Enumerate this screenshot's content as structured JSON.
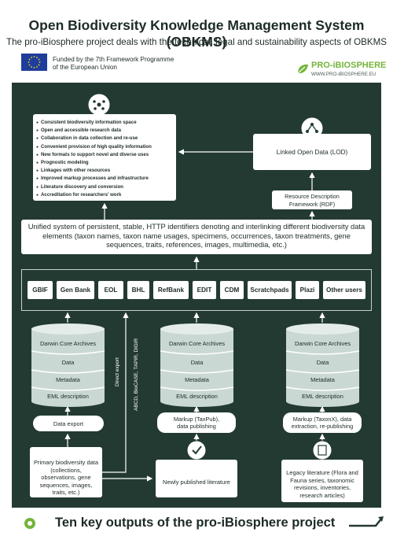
{
  "header": {
    "title": "Open Biodiversity Knowledge Management System (OBKMS)",
    "subtitle": "The pro-iBiosphere project deals with the technical, legal and sustainability aspects of OBKMS",
    "funding_line1": "Funded by the 7th Framework Programme",
    "funding_line2": "of the European Union",
    "logo_name": "PRO-iBIOSPHERE",
    "logo_url": "WWW.PRO-iBIOSPHERE.EU"
  },
  "benefits": [
    "Consistent biodiversity information space",
    "Open and accessible research data",
    "Collaboration in data collection and re-use",
    "Convenient provision of high quality information",
    "New formats to support novel and diverse uses",
    "Prognostic modeling",
    "Linkages with other resources",
    "Improved markup processes and infrastructure",
    "Literature discovery and conversion",
    "Accreditation for researchers' work"
  ],
  "lod": "Linked Open Data (LOD)",
  "rdf_line1": "Resource Description",
  "rdf_line2": "Framework (RDF)",
  "unified": "Unified system of persistent, stable, HTTP identifiers denoting and interlinking different biodiversity data elements (taxon names, taxon name usages, specimens, occurrences, taxon treatments, gene sequences, traits, references, images, multimedia, etc.)",
  "nodes": [
    "GBIF",
    "Gen Bank",
    "EOL",
    "BHL",
    "RefBank",
    "EDIT",
    "CDM",
    "Scratchpads",
    "Plazi",
    "Other users"
  ],
  "cylinders": [
    [
      "Darwin Core Archives",
      "Data",
      "Metadata",
      "EML description"
    ],
    [
      "Darwin Core Archives",
      "Data",
      "Metadata",
      "EML description"
    ],
    [
      "Darwin Core Archives",
      "Data",
      "Metadata",
      "EML description"
    ]
  ],
  "processes": {
    "data_export": "Data export",
    "markup_taxpub_1": "Markup (TaxPub),",
    "markup_taxpub_2": "data publishing",
    "markup_taxonx_1": "Markup (TaxonX), data",
    "markup_taxonx_2": "extraction, re-publishing"
  },
  "side_labels": {
    "direct_export": "Direct export",
    "protocols": "ABCD, BioCASE, TAPIR, DiGIR"
  },
  "sources": {
    "primary": "Primary biodiversity data (collections, observations, gene sequences, images, traits, etc.)",
    "published": "Newly published literature",
    "legacy": "Legacy literature (Flora and Fauna series, taxonomic revisions, inventories, research articles)"
  },
  "footer": "Ten key outputs of the pro-iBiosphere project",
  "colors": {
    "panel": "#233a33",
    "cylinder": "#c9d8d3",
    "accent_green": "#74b43a",
    "eu_blue": "#1f3d9b"
  }
}
